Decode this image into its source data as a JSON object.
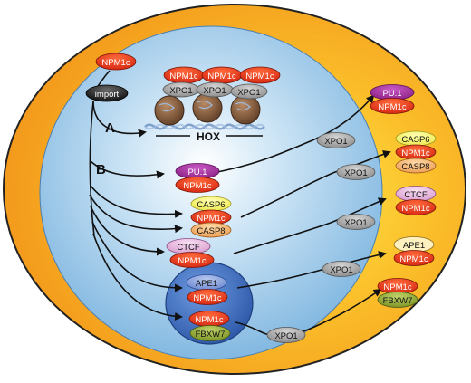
{
  "labels": {
    "npm1c": "NPM1c",
    "import": "import",
    "xpo1": "XPO1",
    "hox": "HOX",
    "path_a": "A",
    "path_b": "B",
    "pu1": "PU.1",
    "casp6": "CASP6",
    "casp8": "CASP8",
    "ctcf": "CTCF",
    "ape1": "APE1",
    "fbxw7": "FBXW7"
  },
  "colors": {
    "cytoplasm": "#f7a520",
    "cytoplasm_light": "#fbcf3a",
    "nucleus": "#aed6f1",
    "nucleolus": "#3d6fc0",
    "npm1c": "#e8391a",
    "xpo1": "#9c9c9c",
    "pu1": "#a52fa0",
    "casp6": "#f8f36a",
    "casp8": "#f3b872",
    "ctcf": "#e6b5dc",
    "ape1": "#8aa3dd",
    "fbxw7": "#8fa636",
    "import": "#2b2b2b"
  }
}
